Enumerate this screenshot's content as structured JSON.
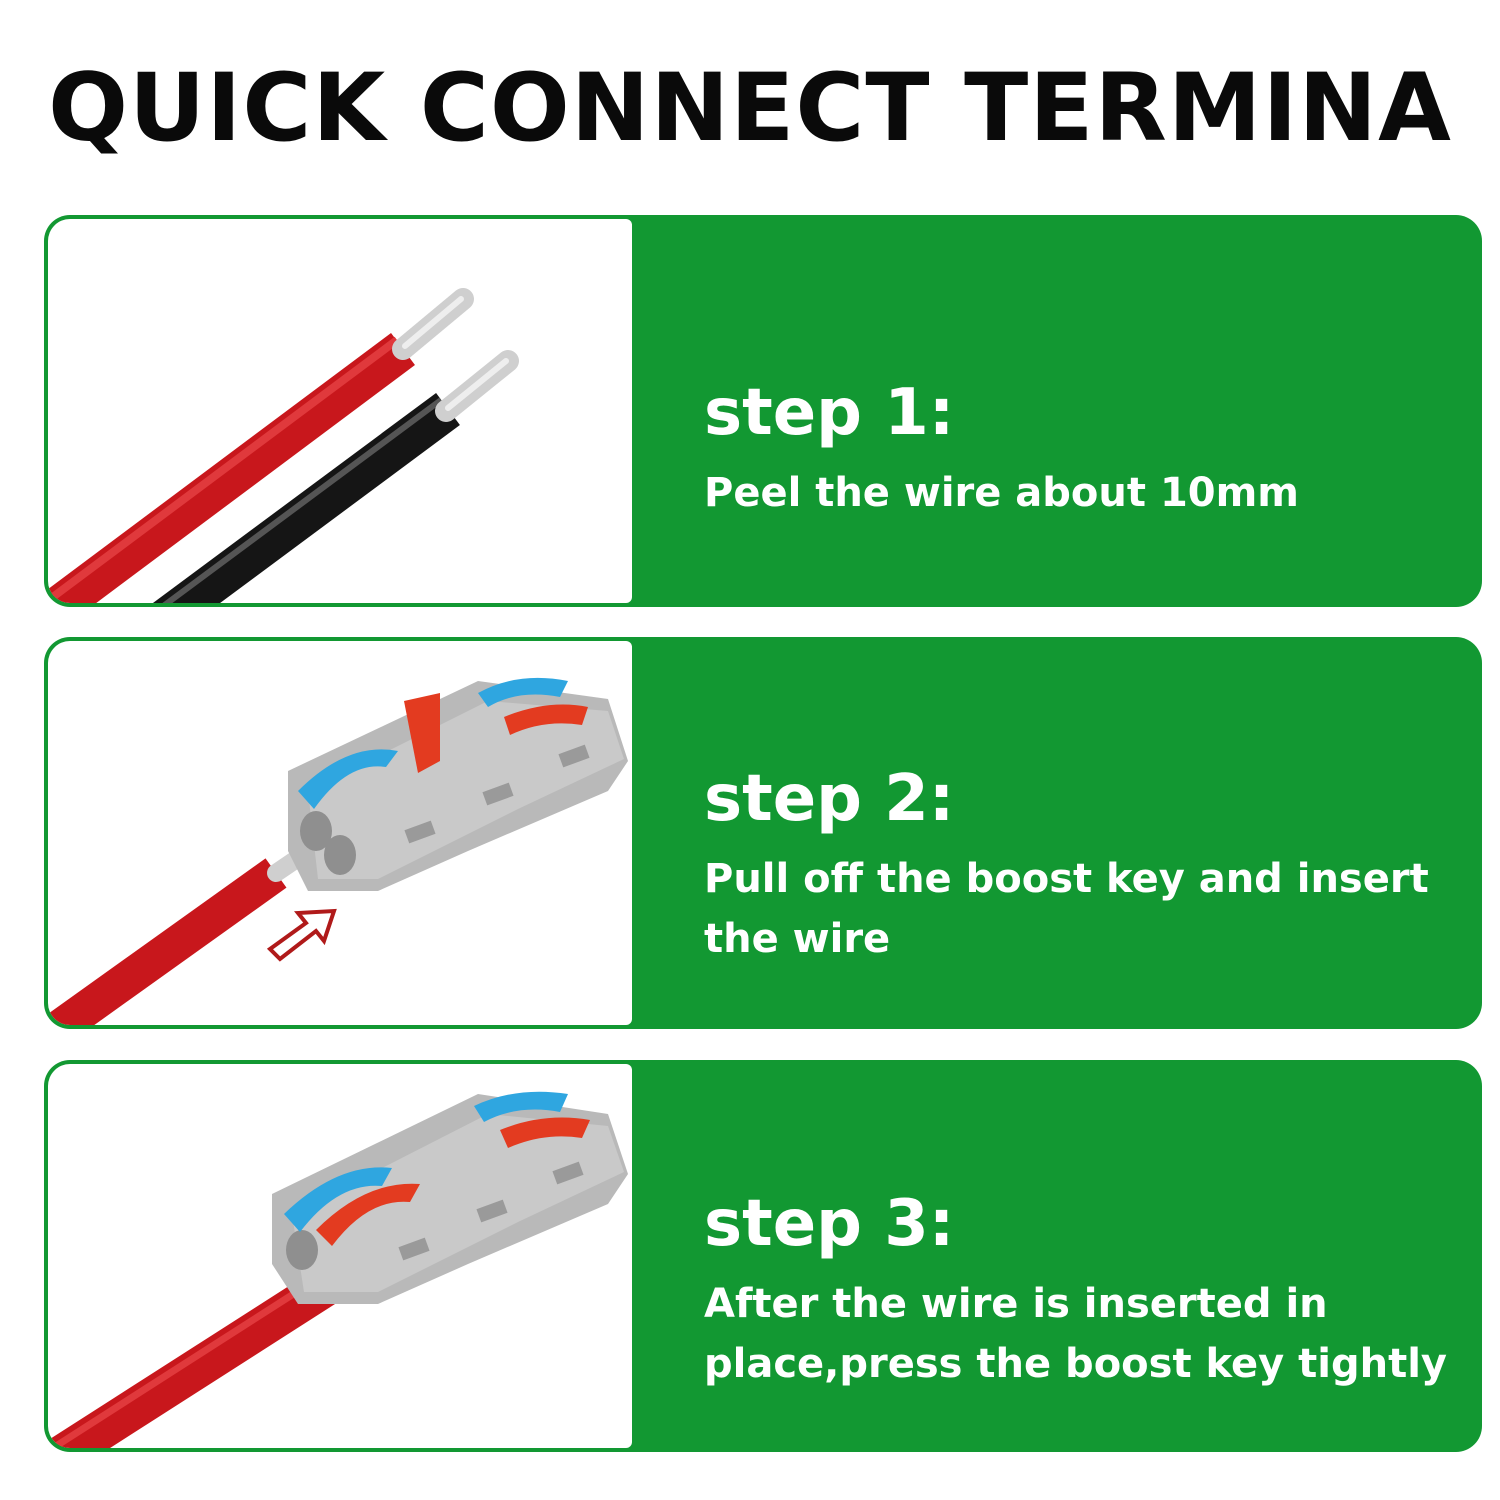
{
  "title": "QUICK CONNECT TERMINA",
  "colors": {
    "card_green": "#129832",
    "text": "#ffffff",
    "title": "#0a0a0a"
  },
  "steps": [
    {
      "label": "step 1:",
      "text": "Peel the wire about 10mm",
      "image": "stripped-red-and-black-wires"
    },
    {
      "label": "step 2:",
      "text": "Pull off the boost key and insert the wire",
      "image": "connector-lever-open-with-wire"
    },
    {
      "label": "step 3:",
      "text": "After the wire is inserted in place,press the boost key tightly",
      "image": "connector-lever-closed-with-wire"
    }
  ]
}
